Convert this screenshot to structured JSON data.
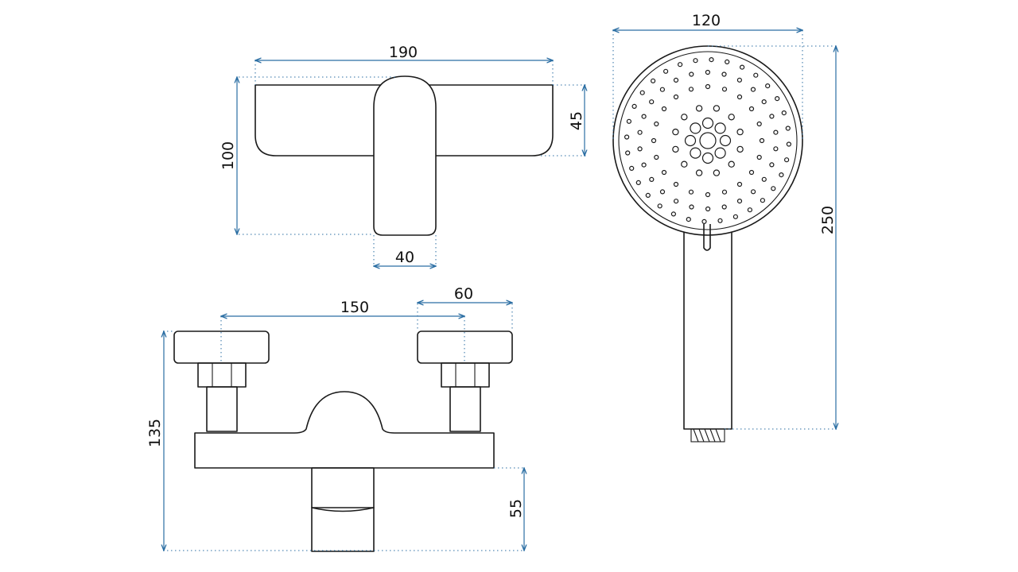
{
  "diagram": {
    "dimensions": {
      "top_width": "190",
      "top_height": "100",
      "top_depth": "45",
      "lever_width": "40",
      "spacing": "150",
      "connector_width": "60",
      "mixer_height": "135",
      "outlet_height": "55",
      "head_width": "120",
      "head_length": "250"
    },
    "colors": {
      "dimension": "#2b6ea3",
      "outline": "#1a1a1a",
      "background": "#ffffff"
    }
  }
}
